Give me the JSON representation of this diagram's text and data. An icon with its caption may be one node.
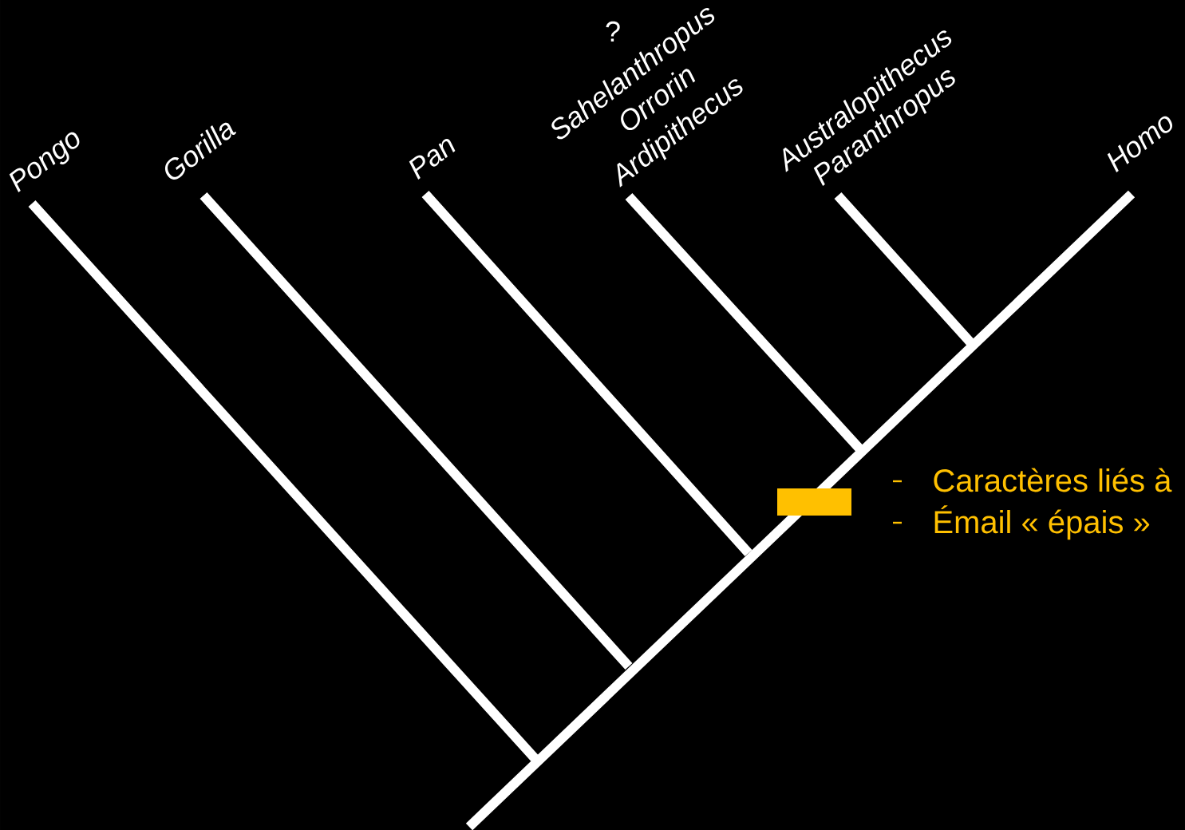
{
  "diagram": {
    "labels": [
      "?",
      "Pongo",
      "Gorilla",
      "Pan",
      "Sahelanthropus",
      "Orrorin",
      "Ardipithecus",
      "Australopithecus",
      "Paranthropus",
      "Homo",
      "Caractères liés à",
      "Émail « épais »"
    ]
  }
}
